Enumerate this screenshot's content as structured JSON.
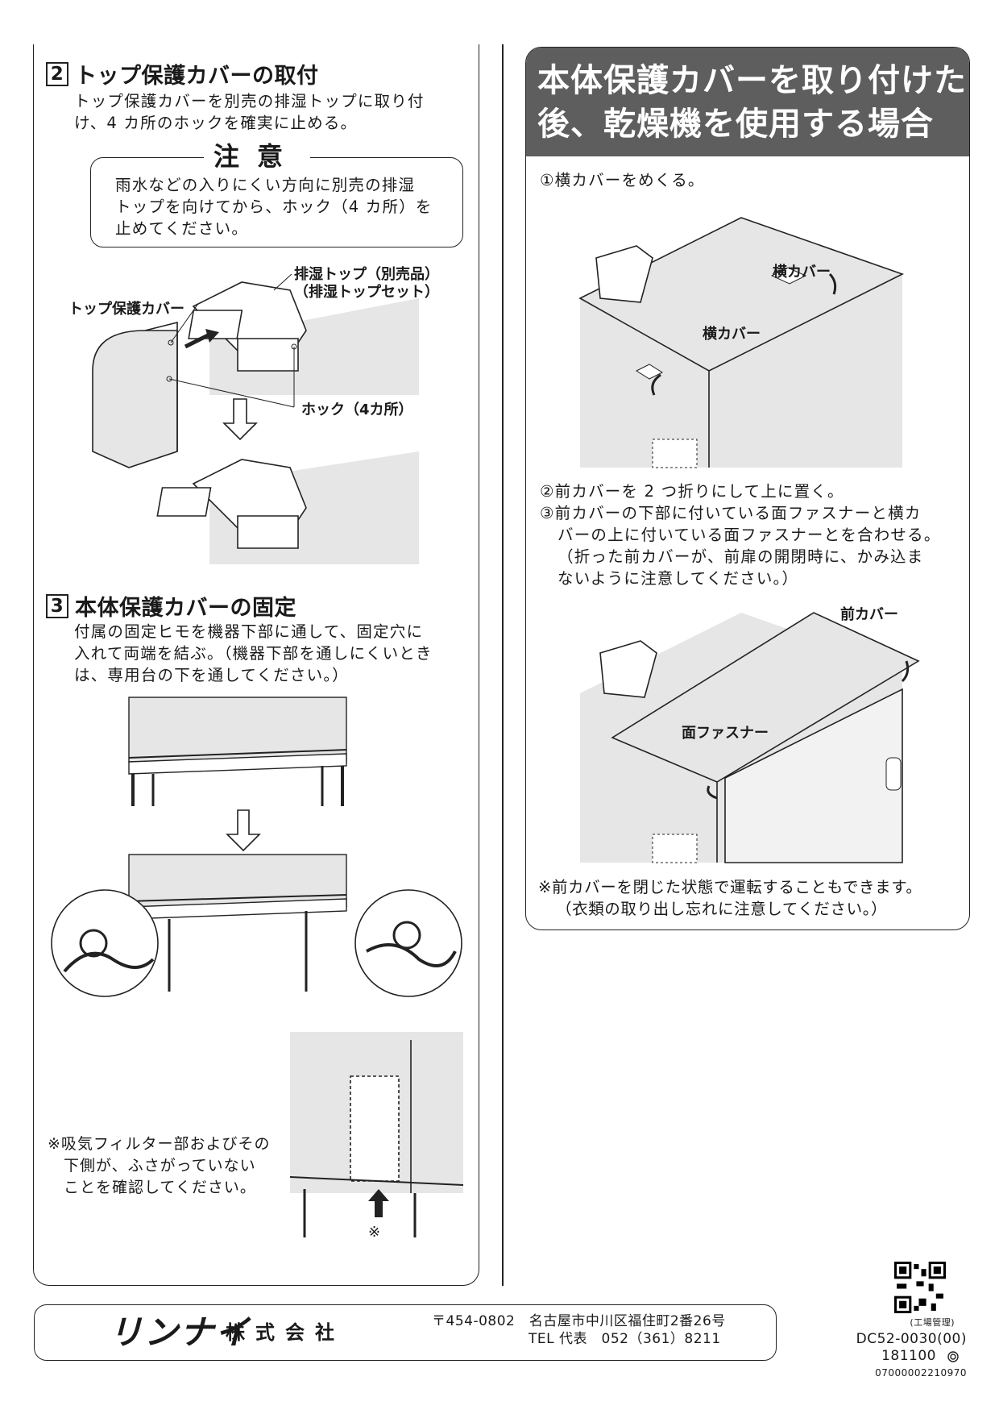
{
  "left": {
    "sec2": {
      "num": "2",
      "title": "トップ保護カバーの取付",
      "lines": [
        "トップ保護カバーを別売の排湿トップに取り付",
        "け、4 カ所のホックを確実に止める。"
      ],
      "caution_title": "注意",
      "caution_lines": [
        "雨水などの入りにくい方向に別売の排湿",
        "トップを向けてから、ホック（4 カ所）を",
        "止めてください。"
      ],
      "label_cover": "トップ保護カバー",
      "label_top1": "排湿トップ（別売品）",
      "label_top2": "（排湿トップセット）",
      "label_hook": "ホック（4カ所）"
    },
    "sec3": {
      "num": "3",
      "title": "本体保護カバーの固定",
      "lines": [
        "付属の固定ヒモを機器下部に通して、固定穴に",
        "入れて両端を結ぶ。（機器下部を通しにくいとき",
        "は、専用台の下を通してください。）"
      ],
      "note_lines": [
        "※吸気フィルター部およびその",
        "下側が、ふさがっていない",
        "ことを確認してください。"
      ],
      "mark": "※"
    }
  },
  "right": {
    "header_lines": [
      "本体保護カバーを取り付けた",
      "後、乾燥機を使用する場合"
    ],
    "step1": "①横カバーをめくる。",
    "label_side": "横カバー",
    "steps23": [
      "②前カバーを 2 つ折りにして上に置く。",
      "③前カバーの下部に付いている面ファスナーと横カ",
      "バーの上に付いている面ファスナーとを合わせる。",
      "（折った前カバーが、前扉の開閉時に、かみ込ま",
      "ないように注意してください。）"
    ],
    "label_front": "前カバー",
    "label_fastener": "面ファスナー",
    "bottom_note": [
      "※前カバーを閉じた状態で運転することもできます。",
      "（衣類の取り出し忘れに注意してください。）"
    ]
  },
  "footer": {
    "logo": "リンナイ",
    "company": "株式会社",
    "address": "〒454-0802　名古屋市中川区福住町2番26号",
    "tel": "TEL 代表　052（361）8211",
    "qr_caption": "(工場管理)",
    "doc_code": "DC52-0030(00)",
    "doc_date": "181100",
    "serial": "07000002210970"
  },
  "colors": {
    "header_bg": "#5e5e5e",
    "fill_gray": "#e6e6e6",
    "line": "#222222"
  }
}
